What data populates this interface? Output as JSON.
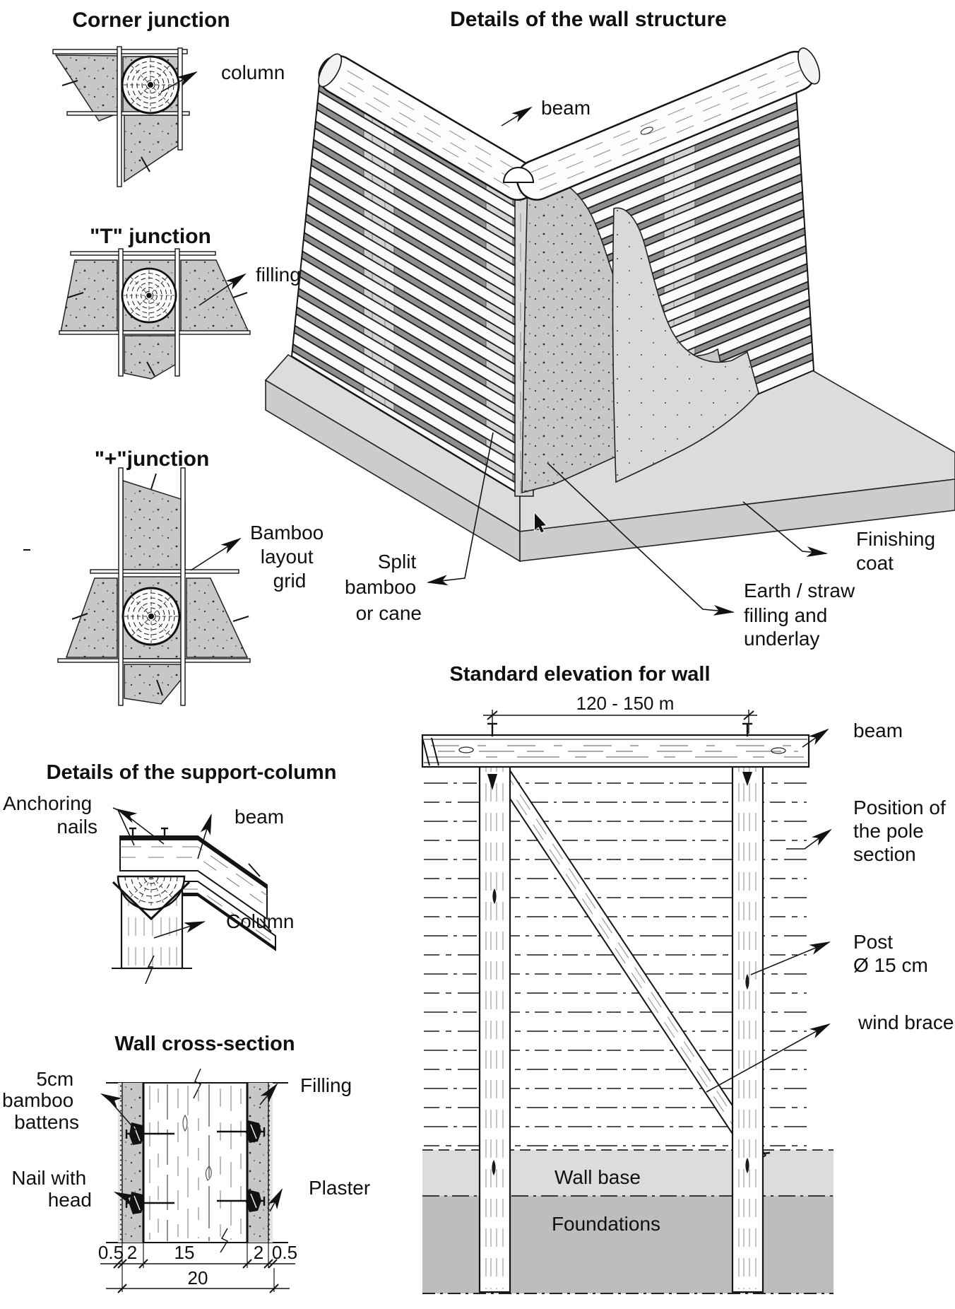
{
  "colors": {
    "ink": "#141414",
    "panel_gray": "#c7c7c7",
    "finishing_gray": "#d9d9d9",
    "plinth_gray": "#dcdcdc",
    "wall_base_gray": "#dcdcdc",
    "foundations_gray": "#bdbdbd"
  },
  "corner_junction": {
    "title": "Corner junction",
    "label_column": "column"
  },
  "t_junction": {
    "title": "\"T\" junction",
    "label_filling": "filling"
  },
  "plus_junction": {
    "title": "\"+\"junction",
    "label_grid": [
      "Bamboo",
      "layout",
      "grid"
    ]
  },
  "wall_structure": {
    "title": "Details of the wall structure",
    "label_beam": "beam",
    "label_split": [
      "Split",
      "bamboo",
      "or cane"
    ],
    "label_finishing": [
      "Finishing",
      "coat"
    ],
    "label_earth": [
      "Earth / straw",
      "filling and",
      "underlay"
    ]
  },
  "support_column": {
    "title": "Details of the support-column",
    "label_anchoring": [
      "Anchoring",
      "nails"
    ],
    "label_beam": "beam",
    "label_column": "Column"
  },
  "cross_section": {
    "title": "Wall cross-section",
    "label_battens": [
      "5cm",
      "bamboo",
      "battens"
    ],
    "label_filling": "Filling",
    "label_nail": [
      "Nail with",
      "head"
    ],
    "label_plaster": "Plaster",
    "dims": {
      "d1": "0.5",
      "d2": "2",
      "d3": "15",
      "d4": "2",
      "d5": "0.5",
      "total": "20"
    }
  },
  "elevation": {
    "title": "Standard elevation for wall",
    "dim_span": "120 - 150 m",
    "label_beam": "beam",
    "label_position": [
      "Position of",
      "the pole",
      "section"
    ],
    "label_post": [
      "Post",
      "Ø 15 cm"
    ],
    "label_wind": "wind brace",
    "label_wall_base": "Wall base",
    "label_foundations": "Foundations"
  }
}
